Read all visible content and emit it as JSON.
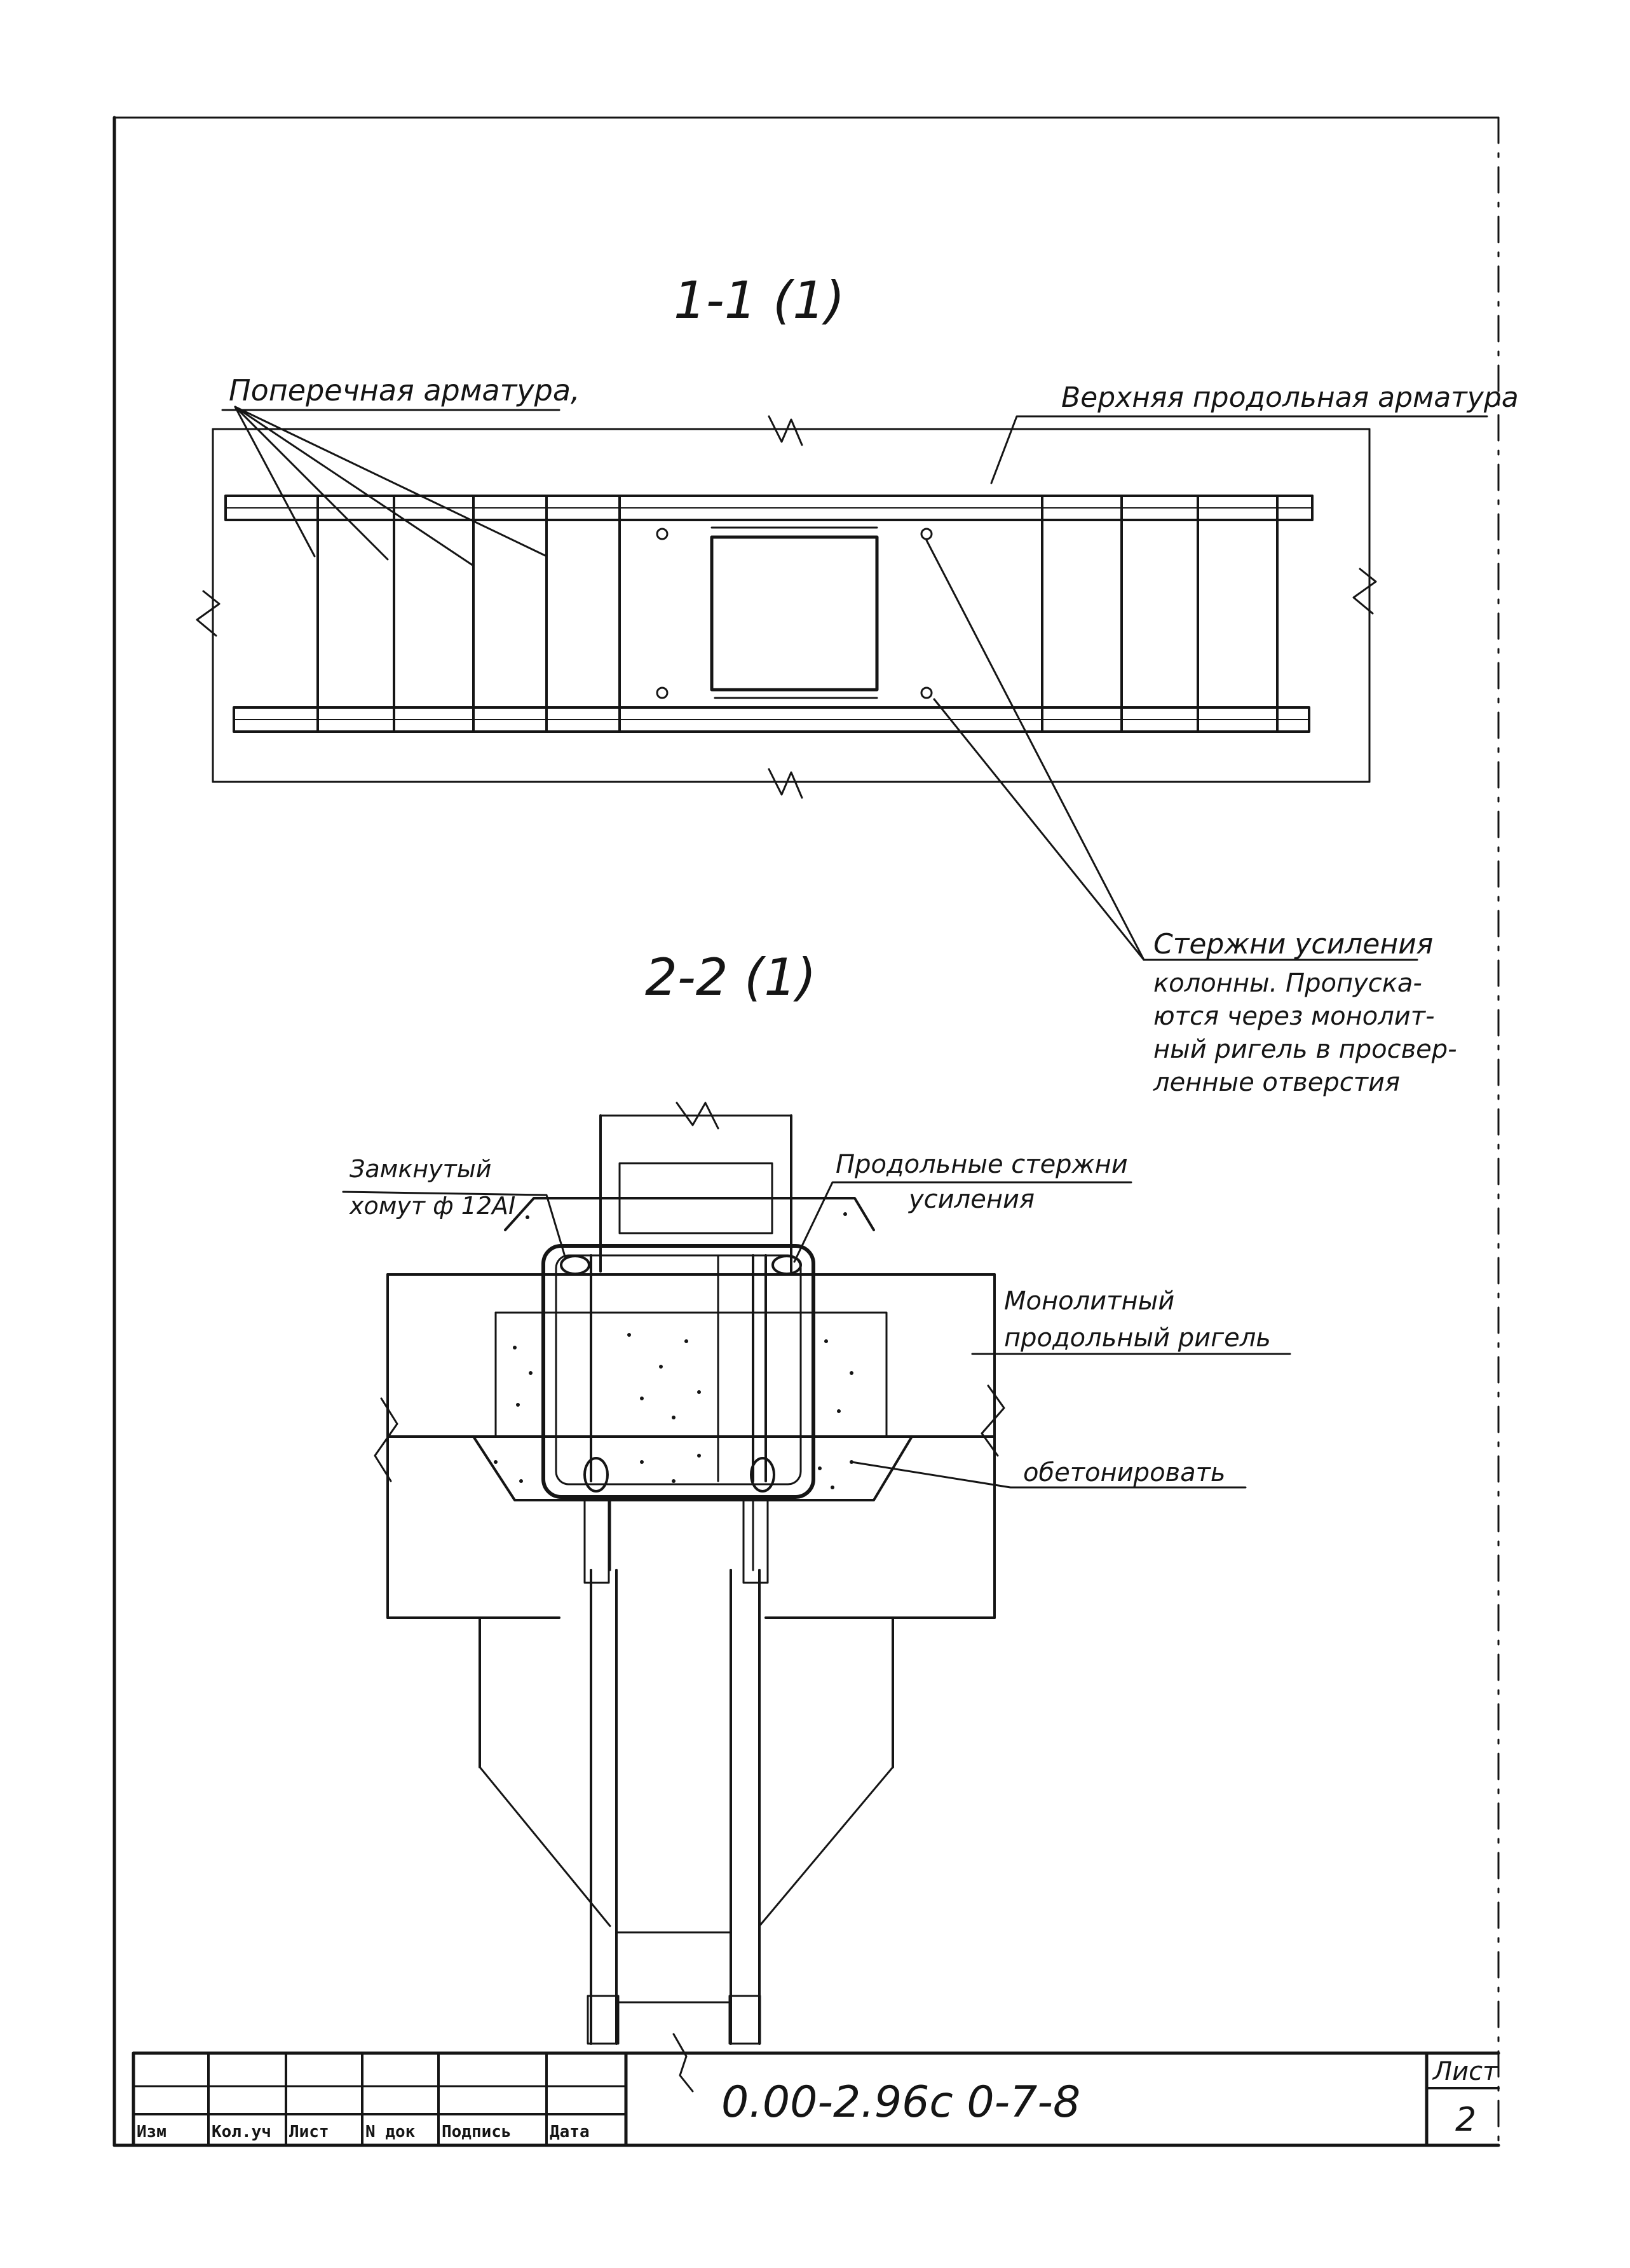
{
  "section_1": {
    "title": "1-1 (1)",
    "label_transverse": "Поперечная арматура,",
    "label_top_long": "Верхняя продольная арматура",
    "label_column_bars": [
      "Стержни усиления",
      "колонны. Пропуска-",
      "ются через монолит-",
      "ный ригель в просвер-",
      "ленные отверстия"
    ]
  },
  "section_2": {
    "title": "2-2 (1)",
    "label_stirrup": [
      "Замкнутый",
      "хомут ф 12АI"
    ],
    "label_long_bars": [
      "Продольные стержни",
      "усиления"
    ],
    "label_beam": [
      "Монолитный",
      "продольный ригель"
    ],
    "label_concrete": "обетонировать"
  },
  "title_block": {
    "headers": [
      "Изм",
      "Кол.уч",
      "Лист",
      "N док",
      "Подпись",
      "Дата"
    ],
    "code": "0.00-2.96с 0-7-8",
    "sheet_label": "Лист",
    "sheet_number": "2"
  }
}
